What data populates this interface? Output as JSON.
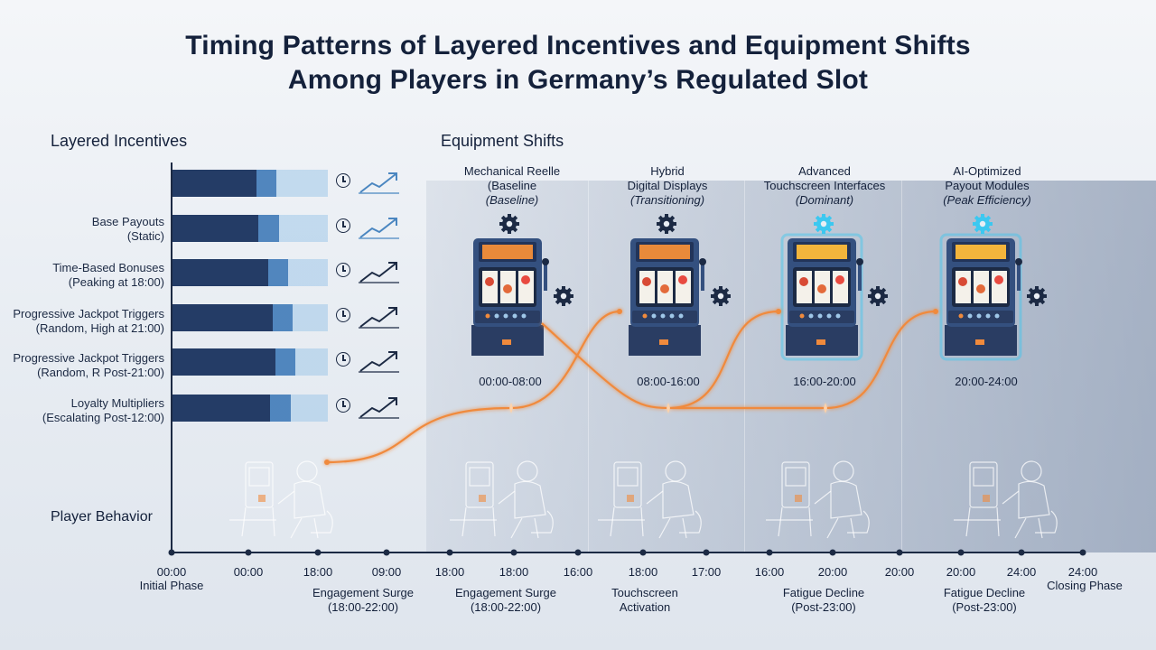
{
  "title_line1": "Timing Patterns of Layered Incentives and Equipment Shifts",
  "title_line2": "Among Players in Germany’s Regulated Slot",
  "sections": {
    "incentives": "Layered Incentives",
    "equipment": "Equipment Shifts",
    "player": "Player Behavior"
  },
  "incentives": [
    {
      "line1": "",
      "line2": "",
      "level": 0.3
    },
    {
      "line1": "Base Payouts",
      "line2": "(Static)",
      "level": 0.35
    },
    {
      "line1": "Time-Based Bonuses",
      "line2": "(Peaking at 18:00)",
      "level": 0.55
    },
    {
      "line1": "Progressive Jackpot Triggers",
      "line2": "(Random, High at 21:00)",
      "level": 0.65
    },
    {
      "line1": "Progressive Jackpot Triggers",
      "line2": "(Random, R Post-21:00)",
      "level": 0.7
    },
    {
      "line1": "Loyalty Multipliers",
      "line2": "(Escalating Post-12:00)",
      "level": 0.6
    }
  ],
  "equipment": [
    {
      "name": "Mechanical Reelle",
      "sub": "(Baseline",
      "state": "(Baseline)",
      "time": "00:00-08:00",
      "glow": false
    },
    {
      "name": "Hybrid",
      "sub": "Digital Displays",
      "state": "(Transitioning)",
      "time": "08:00-16:00",
      "glow": false
    },
    {
      "name": "Advanced",
      "sub": "Touchscreen Interfaces",
      "state": "(Dominant)",
      "time": "16:00-20:00",
      "glow": true
    },
    {
      "name": "AI-Optimized",
      "sub": "Payout Modules",
      "state": "(Peak Efficiency)",
      "time": "20:00-24:00",
      "glow": true
    }
  ],
  "timeline_ticks": [
    "00:00",
    "00:00",
    "18:00",
    "09:00",
    "18:00",
    "18:00",
    "16:00",
    "18:00",
    "17:00",
    "16:00",
    "20:00",
    "20:00",
    "20:00",
    "24:00",
    "24:00"
  ],
  "phases": [
    {
      "line1": "Initial Phase",
      "line2": ""
    },
    {
      "line1": "Engagement Surge",
      "line2": "(18:00-22:00)"
    },
    {
      "line1": "Engagement Surge",
      "line2": "(18:00-22:00)"
    },
    {
      "line1": "Touchscreen",
      "line2": "Activation"
    },
    {
      "line1": "Fatigue Decline",
      "line2": "(Post-23:00)"
    },
    {
      "line1": "Fatigue Decline",
      "line2": "(Post-23:00)"
    },
    {
      "line1": "Closing Phase",
      "line2": ""
    }
  ],
  "colors": {
    "navy": "#1c2f57",
    "mid_blue": "#3d77b6",
    "light_blue": "#9fc7e8",
    "orange_path": "#f08a3c",
    "glow_cyan": "#3cc8f0"
  },
  "icons": {
    "clock": "clock-icon",
    "trend": "trend-up-icon",
    "gear": "gear-icon",
    "machine": "slot-machine-icon",
    "player": "player-at-machine-icon"
  }
}
